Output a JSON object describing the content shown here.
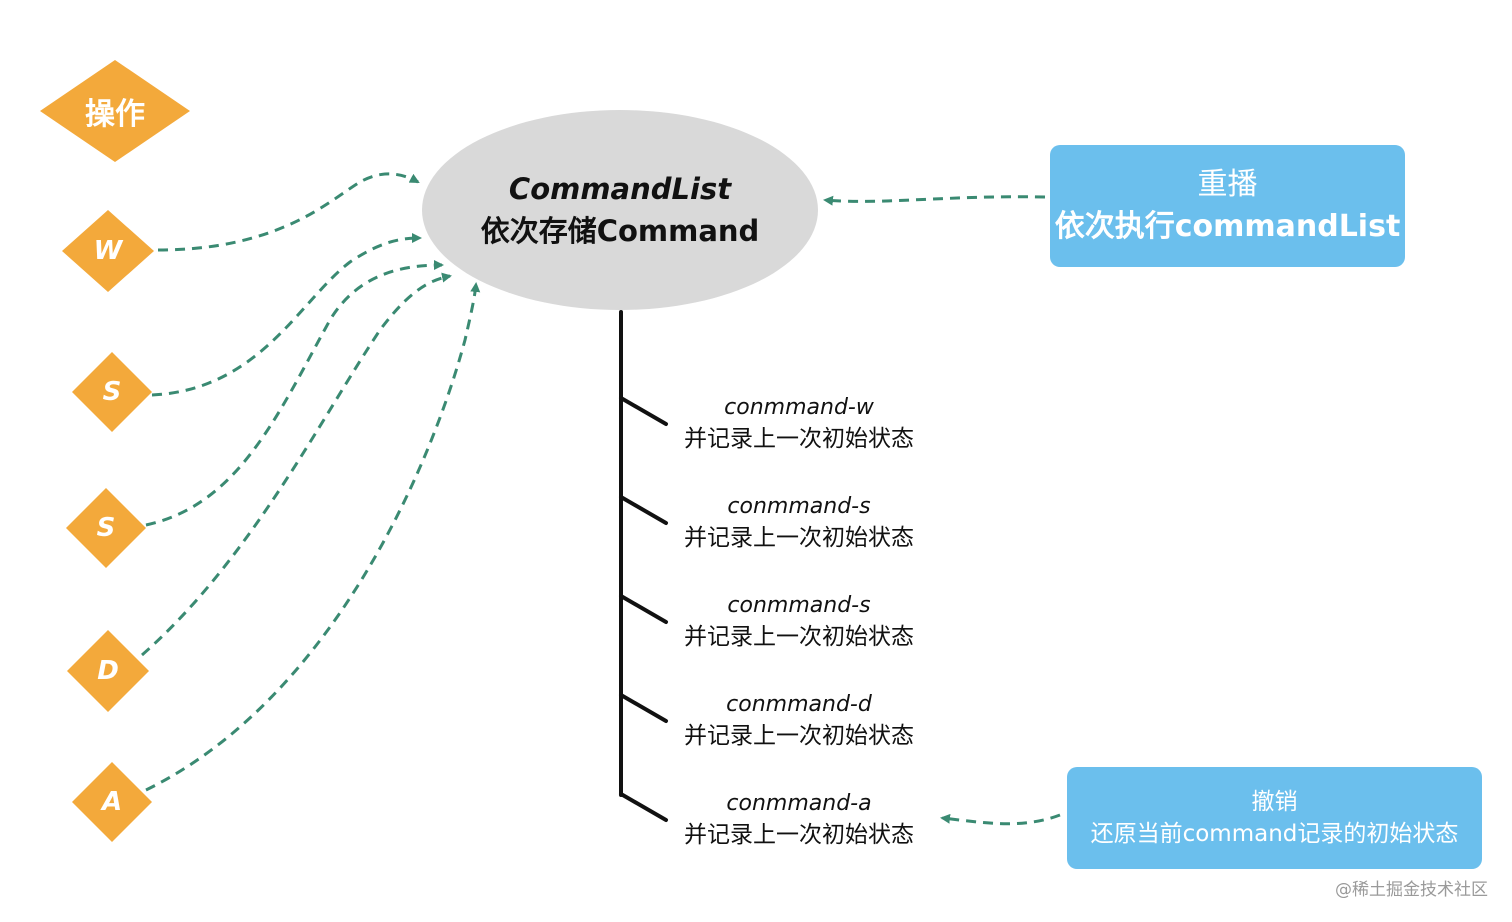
{
  "colors": {
    "diamond": "#f3a93b",
    "hub": "#d9d9d9",
    "panel": "#6bbfed",
    "arrow": "#3a8a72",
    "line": "#111111"
  },
  "operation": {
    "label": "操作"
  },
  "keys": [
    "W",
    "S",
    "S",
    "D",
    "A"
  ],
  "hub": {
    "line1": "CommandList",
    "line2": "依次存储Command"
  },
  "replay": {
    "line1": "重播",
    "line2": "依次执行commandList"
  },
  "undo": {
    "line1": "撤销",
    "line2": "还原当前command记录的初始状态"
  },
  "entries": [
    {
      "cmd": "conmmand-w",
      "desc": "并记录上一次初始状态"
    },
    {
      "cmd": "conmmand-s",
      "desc": "并记录上一次初始状态"
    },
    {
      "cmd": "conmmand-s",
      "desc": "并记录上一次初始状态"
    },
    {
      "cmd": "conmmand-d",
      "desc": "并记录上一次初始状态"
    },
    {
      "cmd": "conmmand-a",
      "desc": "并记录上一次初始状态"
    }
  ],
  "watermark": "@稀土掘金技术社区"
}
